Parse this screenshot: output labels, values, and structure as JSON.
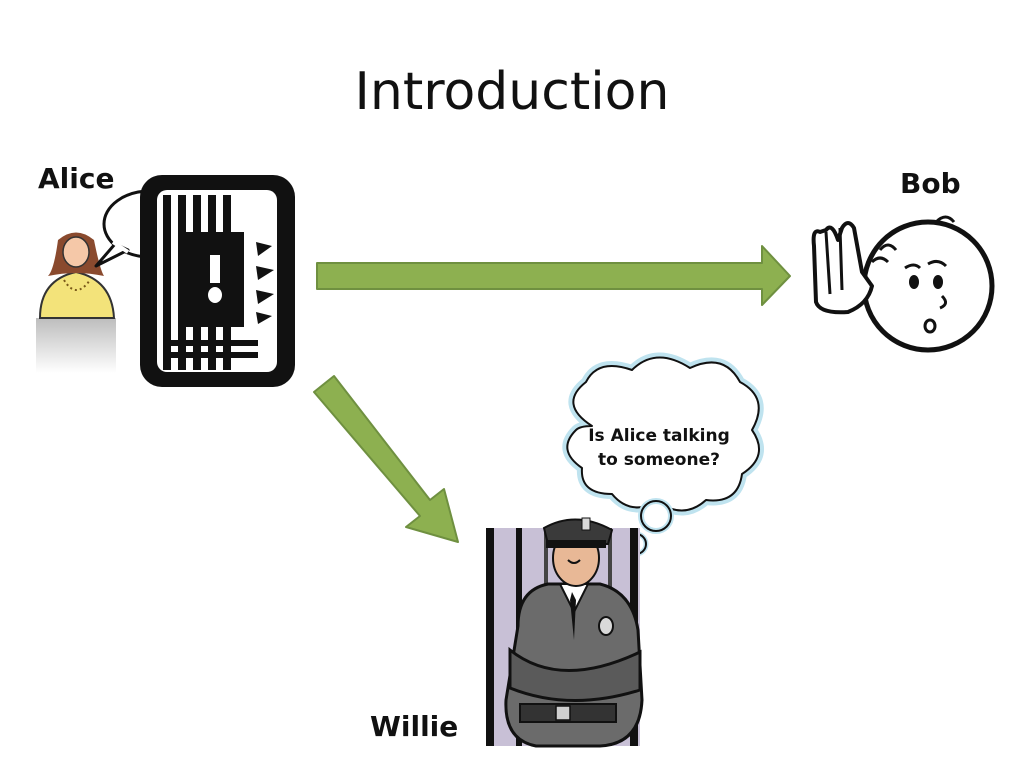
{
  "slide": {
    "title": "Introduction"
  },
  "characters": {
    "alice": "Alice",
    "bob": "Bob",
    "willie": "Willie"
  },
  "thought_bubble": {
    "line1": "Is Alice talking",
    "line2": "to someone?"
  },
  "colors": {
    "arrow_fill": "#8db050",
    "arrow_stroke": "#6f9040",
    "thought_border": "#bfe3ef",
    "alice_shirt": "#f3e37a",
    "jail_wall": "#c8c0d6",
    "uniform": "#6b6b6b"
  },
  "icons": {
    "alice": "alice-avatar-icon",
    "speech": "speech-bubble-icon",
    "door": "prison-door-icon",
    "bob": "bob-face-icon",
    "willie": "willie-warden-icon"
  }
}
